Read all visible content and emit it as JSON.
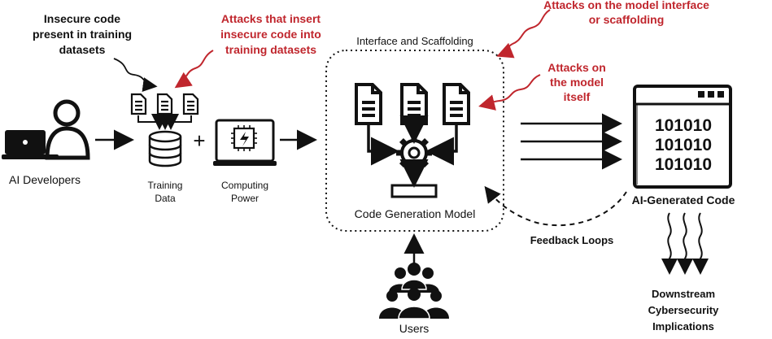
{
  "labels": {
    "insecure_code": "Insecure code present in training datasets",
    "attack_training": "Attacks that insert insecure code into training datasets",
    "attack_interface": "Attacks on the model interface or scaffolding",
    "attack_model": "Attacks on the model itself",
    "interface_scaffolding": "Interface and Scaffolding",
    "ai_developers": "AI Developers",
    "training_data": "Training Data",
    "computing_power": "Computing Power",
    "code_generation_model": "Code Generation Model",
    "ai_generated_code": "AI-Generated Code",
    "feedback_loops": "Feedback Loops",
    "downstream": "Downstream Cybersecurity Implications",
    "users": "Users",
    "plus": "+"
  },
  "code_screen": {
    "lines": [
      "101010",
      "101010",
      "101010"
    ]
  },
  "colors": {
    "ink": "#111111",
    "attack_red": "#c0262d"
  }
}
